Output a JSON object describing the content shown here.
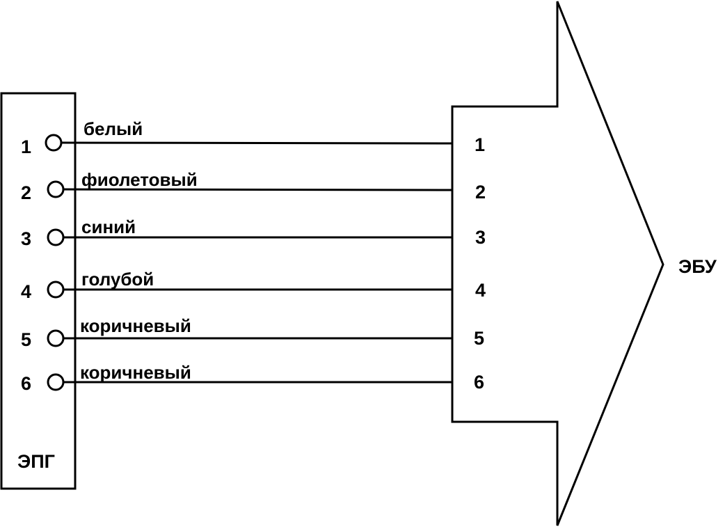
{
  "colors": {
    "line": "#000000",
    "background": "#ffffff"
  },
  "epg": {
    "title": "ЭПГ",
    "pins": [
      {
        "number": "1",
        "wire": "белый"
      },
      {
        "number": "2",
        "wire": "фиолетовый"
      },
      {
        "number": "3",
        "wire": "синий"
      },
      {
        "number": "4",
        "wire": "голубой"
      },
      {
        "number": "5",
        "wire": "коричневый"
      },
      {
        "number": "6",
        "wire": "коричневый"
      }
    ]
  },
  "ecu": {
    "title": "ЭБУ",
    "pins": [
      "1",
      "2",
      "3",
      "4",
      "5",
      "6"
    ]
  }
}
